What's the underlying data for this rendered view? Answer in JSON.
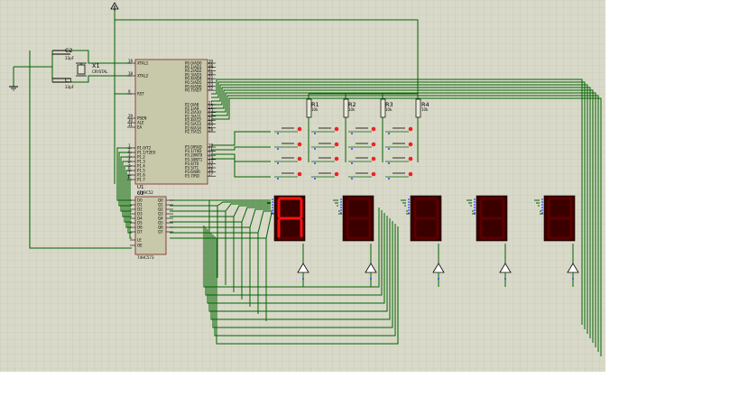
{
  "colors": {
    "sheet": "#d9d9c9",
    "grid": "#c2c2b0",
    "wire": "#006400",
    "chip_body": "#c8c8aa",
    "chip_edge": "#7a2222",
    "segment_on": "#ff1010",
    "segment_off": "#5a0000",
    "display_body": "#3a0000",
    "pin_dot": "#2244ff",
    "led_red": "#ee2222"
  },
  "mcu": {
    "ref": "U1",
    "part": "AT89C52",
    "left_pins": [
      "XTAL1",
      "XTAL2",
      "RST",
      "PSEN",
      "ALE",
      "EA",
      "P1.0/T2",
      "P1.1/T2EX",
      "P1.2",
      "P1.3",
      "P1.4",
      "P1.5",
      "P1.6",
      "P1.7"
    ],
    "right_pins": [
      "P0.0/AD0",
      "P0.1/AD1",
      "P0.2/AD2",
      "P0.3/AD3",
      "P0.4/AD4",
      "P0.5/AD5",
      "P0.6/AD6",
      "P0.7/AD7",
      "P2.0/A8",
      "P2.1/A9",
      "P2.2/A10",
      "P2.3/A11",
      "P2.4/A12",
      "P2.5/A13",
      "P2.6/A14",
      "P2.7/A15",
      "P3.0/RXD",
      "P3.1/TXD",
      "P3.2/INT0",
      "P3.3/INT1",
      "P3.4/T0",
      "P3.5/T1",
      "P3.6/WR",
      "P3.7/RD"
    ],
    "left_numbers": [
      "19",
      "18",
      "9",
      "29",
      "30",
      "31",
      "1",
      "2",
      "3",
      "4",
      "5",
      "6",
      "7",
      "8"
    ],
    "right_numbers": [
      "39",
      "38",
      "37",
      "36",
      "35",
      "34",
      "33",
      "32",
      "21",
      "22",
      "23",
      "24",
      "25",
      "26",
      "27",
      "28",
      "10",
      "11",
      "12",
      "13",
      "14",
      "15",
      "16",
      "17"
    ]
  },
  "latch": {
    "ref": "U2",
    "part": "74HC573",
    "left_pins": [
      "D0",
      "D1",
      "D2",
      "D3",
      "D4",
      "D5",
      "D6",
      "D7",
      "LE",
      "OE"
    ],
    "right_pins": [
      "Q0",
      "Q1",
      "Q2",
      "Q3",
      "Q4",
      "Q5",
      "Q6",
      "Q7"
    ]
  },
  "crystal": {
    "ref": "X1",
    "value": "CRYSTAL"
  },
  "capacitors": [
    {
      "ref": "C2",
      "value": "33pF"
    },
    {
      "ref": "C1",
      "value": "33pF"
    }
  ],
  "resistors": [
    {
      "ref": "R1",
      "value": "10k"
    },
    {
      "ref": "R2",
      "value": "10k"
    },
    {
      "ref": "R3",
      "value": "10k"
    },
    {
      "ref": "R4",
      "value": "10k"
    }
  ],
  "keypad": {
    "rows": 4,
    "cols": 4
  },
  "displays": {
    "count": 5,
    "digits": [
      "A",
      "",
      "",
      "",
      ""
    ]
  },
  "drivers": {
    "count": 5
  }
}
